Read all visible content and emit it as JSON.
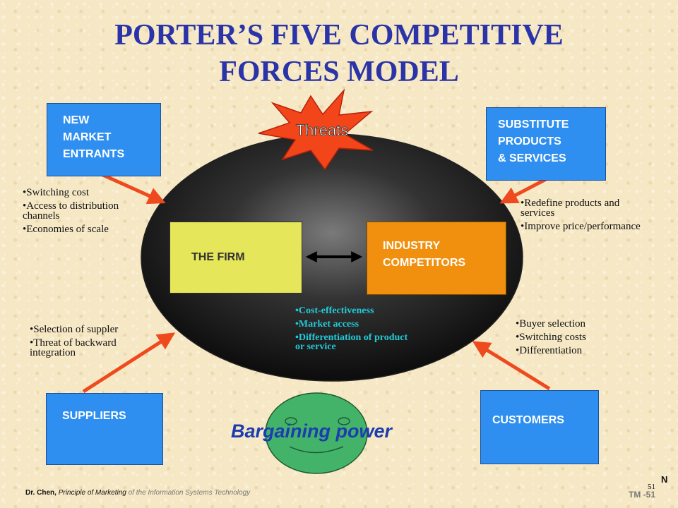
{
  "title": {
    "line1": "PORTER’S FIVE COMPETITIVE",
    "line2": "FORCES  MODEL"
  },
  "threats_label": "Threats",
  "new_entrants": {
    "label": [
      "NEW",
      "MARKET",
      "ENTRANTS"
    ],
    "bullets": [
      "Switching cost",
      "Access to distribution channels",
      "Economies of scale"
    ]
  },
  "substitutes": {
    "label": [
      "SUBSTITUTE",
      "PRODUCTS",
      "& SERVICES"
    ],
    "bullets": [
      "Redefine products and services",
      "Improve price/performance"
    ]
  },
  "suppliers": {
    "label": "SUPPLIERS",
    "bullets": [
      "Selection of suppler",
      "Threat of backward integration"
    ]
  },
  "customers": {
    "label": "CUSTOMERS",
    "bullets": [
      "Buyer selection",
      "Switching costs",
      "Differentiation"
    ]
  },
  "firm_label": "THE FIRM",
  "competitors_label": [
    "INDUSTRY",
    "COMPETITORS"
  ],
  "center_bullets": [
    "Cost-effectiveness",
    "Market access",
    "Differentiation of product or service"
  ],
  "bargaining_label": "Bargaining power",
  "footer": {
    "author": "Dr. Chen,",
    "course": "Principle of Marketing",
    "subtitle": "of the Information Systems Technology",
    "page_number": "51",
    "tm": "TM -51",
    "mark": "N"
  },
  "colors": {
    "title": "#2a34a8",
    "box_blue": "#2f8ff0",
    "firm_yellow": "#e6e65a",
    "competitor_orange": "#f0900e",
    "arrow_red": "#ee4a1e",
    "threat_star": "#f2461a",
    "center_text_cyan": "#22c9d8",
    "smiley_green": "#44b36a",
    "bargaining_text": "#1c3cb0"
  }
}
